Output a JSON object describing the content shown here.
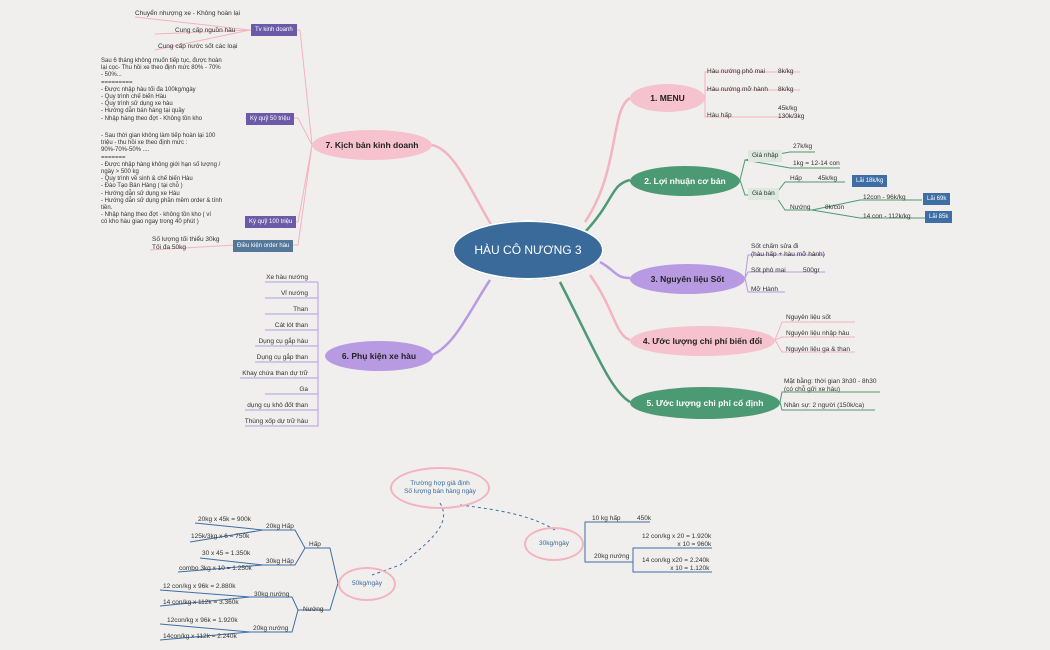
{
  "center": "HÀU CÔ NƯƠNG 3",
  "b1": {
    "label": "1. MENU",
    "r1_name": "Hàu nướng phô mai",
    "r1_price": "8k/kg",
    "r2_name": "Hàu nướng mỡ hành",
    "r2_price": "8k/kg",
    "r3_name": "Hàu hấp",
    "r3_price": "45k/kg\n130k/3kg"
  },
  "b2": {
    "label": "2. Lợi nhuận cơ bản",
    "gia_nhap": "Giá nhập",
    "gn1": "27k/kg",
    "gn2": "1kg = 12-14 con",
    "gia_ban": "Giá bán",
    "hap": "Hấp",
    "hap_price": "45k/kg",
    "hap_lai": "Lãi 18k/kg",
    "nuong": "Nướng",
    "nuong_price": "8k/con",
    "n1": "12con - 96k/kg",
    "n1_lai": "Lãi 69k",
    "n2": "14 con - 112k/kg",
    "n2_lai": "Lãi 85k"
  },
  "b3": {
    "label": "3. Nguyên liệu Sốt",
    "s1": "Sốt chấm sửa đi\n(hàu hấp + hàu mỡ hành)",
    "s2": "Sốt phô mai",
    "s2_qty": "500gr",
    "s3": "Mỡ Hành"
  },
  "b4": {
    "label": "4. Ước lượng chi phí biến đổi",
    "c1": "Nguyên liệu sốt",
    "c2": "Nguyên liệu nhập hàu",
    "c3": "Nguyên liệu ga & than"
  },
  "b5": {
    "label": "5. Ước lượng chi phí cố định",
    "f1": "Mặt bằng: thời gian 3h30 - 8h30\n(có chỗ gửi xe hàu)",
    "f2": "Nhân sự: 2 người (150k/ca)"
  },
  "b6": {
    "label": "6. Phụ kiện xe hàu",
    "items": [
      "Xe hàu nướng",
      "Vỉ nướng",
      "Than",
      "Cát lót than",
      "Dụng cụ gắp hàu",
      "Dụng cụ gắp than",
      "Khay chứa than dự trữ",
      "Ga",
      "dụng cụ khô đốt than",
      "Thùng xốp dự trữ hàu"
    ]
  },
  "b7": {
    "label": "7. Kịch bản kinh doanh",
    "tv_tag": "Tv kinh doanh",
    "tv1": "Chuyển nhượng xe - Không hoàn lại",
    "tv2": "Cung cấp nguồn hàu",
    "tv3": "Cung cấp nước sốt các loại",
    "kq50_tag": "Ký quỹ 50 triệu",
    "kq50_text": "Sau 6 tháng không muốn tiếp tục, được hoàn\nlại cọc- Thu hồi xe theo định mức 80% - 70%\n- 50%...\n=========\n- Được nhập hàu tối đa 100kg/ngày\n- Quy trình chế biến Hàu\n- Quy trình sử dụng xe hàu\n- Hướng dẫn bán hàng tại quầy\n- Nhập hàng theo đợt - Không tồn kho",
    "kq100_tag": "Ký quỹ 100 triệu",
    "kq100_text": "- Sau thời gian không làm tiếp hoàn lại 100\ntriệu - thu hồi xe theo định mức :\n90%-70%-50% ....\n=======\n- Được nhập hàng không giới hạn số lượng /\nngày > 500 kg\n- Quy trình về sinh & chế biến Hàu\n- Đào Tạo Bán Hàng ( tại chỗ )\n- Hướng dẫn sử dụng xe Hàu\n- Hướng dẫn sử dụng phần mềm order & tính\ntiền.\n- Nhập hàng theo đợt - không tồn kho ( ví\ncó kho hàu giao ngay trong 40 phút )",
    "order_tag": "Điều kiện order hàu",
    "order_text": "Số lượng tối thiểu 30kg\nTối đa 50kg"
  },
  "bottom": {
    "case_label": "Trường hợp giả định\nSố lượng bán hàng ngày",
    "r30": "30kg/ngày",
    "r30_a": "10 kg hấp",
    "r30_a_val": "450k",
    "r30_b": "20kg nướng",
    "r30_b1": "12 con/kg x 20 = 1.920k\nx 10 = 960k",
    "r30_b2": "14 con/kg x20 = 2.240k\nx 10 = 1.120k",
    "r50": "50kg/ngày",
    "hap": "Hấp",
    "nuong": "Nướng",
    "h20": "20kg Hấp",
    "h20a": "20kg x 45k = 900k",
    "h20b": "125k/3kg x 6 = 750k",
    "h30": "30kg Hấp",
    "h30a": "30 x 45 = 1.350k",
    "h30b": "combo 3kg x 10 = 1.250k",
    "n30": "30kg nướng",
    "n30a": "12 con/kg x 96k = 2.880k",
    "n30b": "14 con/kg x 112k = 3.360k",
    "n20": "20kg nướng",
    "n20a": "12con/kg x 96k = 1.920k",
    "n20b": "14con/kg x 112k = 2.240k"
  }
}
